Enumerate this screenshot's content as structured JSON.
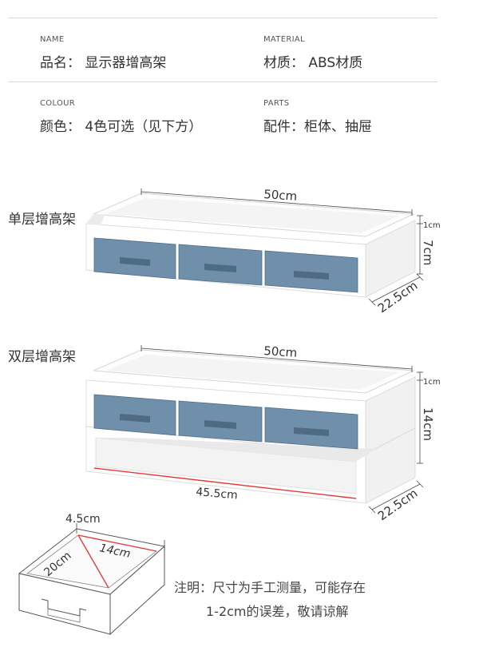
{
  "specs": {
    "name": {
      "label_en": "NAME",
      "text": "品名： 显示器增高架"
    },
    "material": {
      "label_en": "MATERIAL",
      "text": "材质： ABS材质"
    },
    "colour": {
      "label_en": "COLOUR",
      "text": "颜色： 4色可选（见下方）"
    },
    "parts": {
      "label_en": "PARTS",
      "text": "配件：柜体、抽屉"
    }
  },
  "products": {
    "single": {
      "label": "单层增高架",
      "width": "50cm",
      "top": "1cm",
      "height": "7cm",
      "depth": "22.5cm"
    },
    "double": {
      "label": "双层增高架",
      "width": "50cm",
      "top": "1cm",
      "height": "14cm",
      "depth": "22.5cm",
      "inner_width": "45.5cm"
    }
  },
  "drawer": {
    "height": "4.5cm",
    "depth": "20cm",
    "width": "14cm"
  },
  "note": {
    "line1": "注明：尺寸为手工测量，可能存在",
    "line2": "1-2cm的误差，敬请谅解"
  },
  "colors": {
    "drawer_blue": "#6f8fab",
    "shell_white": "#ffffff",
    "red_marker": "#e53b3b"
  }
}
